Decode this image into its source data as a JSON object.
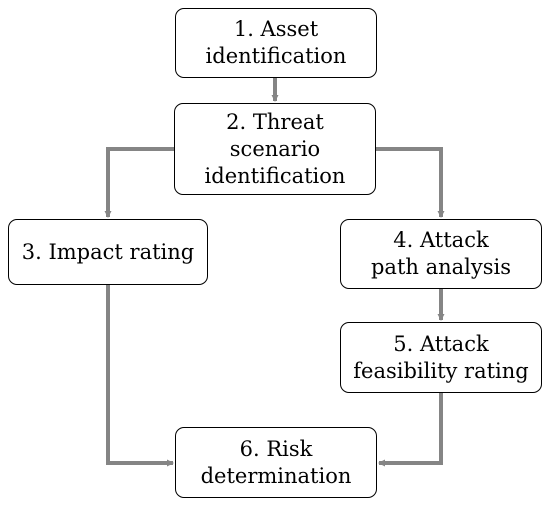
{
  "diagram": {
    "colors": {
      "arrow": "#858585",
      "border": "#000000",
      "text": "#000000",
      "background": "#ffffff"
    },
    "nodes": [
      {
        "id": "asset-identification",
        "lines": [
          "1.  Asset",
          "identification"
        ]
      },
      {
        "id": "threat-scenario-identification",
        "lines": [
          "2.  Threat",
          "scenario",
          "identification"
        ]
      },
      {
        "id": "impact-rating",
        "lines": [
          "3.  Impact rating"
        ]
      },
      {
        "id": "attack-path-analysis",
        "lines": [
          "4.  Attack",
          "path analysis"
        ]
      },
      {
        "id": "attack-feasibility-rating",
        "lines": [
          "5.  Attack",
          "feasibility rating"
        ]
      },
      {
        "id": "risk-determination",
        "lines": [
          "6.  Risk",
          "determination"
        ]
      }
    ],
    "edges": [
      {
        "from": "asset-identification",
        "to": "threat-scenario-identification"
      },
      {
        "from": "threat-scenario-identification",
        "to": "impact-rating"
      },
      {
        "from": "threat-scenario-identification",
        "to": "attack-path-analysis"
      },
      {
        "from": "attack-path-analysis",
        "to": "attack-feasibility-rating"
      },
      {
        "from": "impact-rating",
        "to": "risk-determination"
      },
      {
        "from": "attack-feasibility-rating",
        "to": "risk-determination"
      }
    ]
  }
}
